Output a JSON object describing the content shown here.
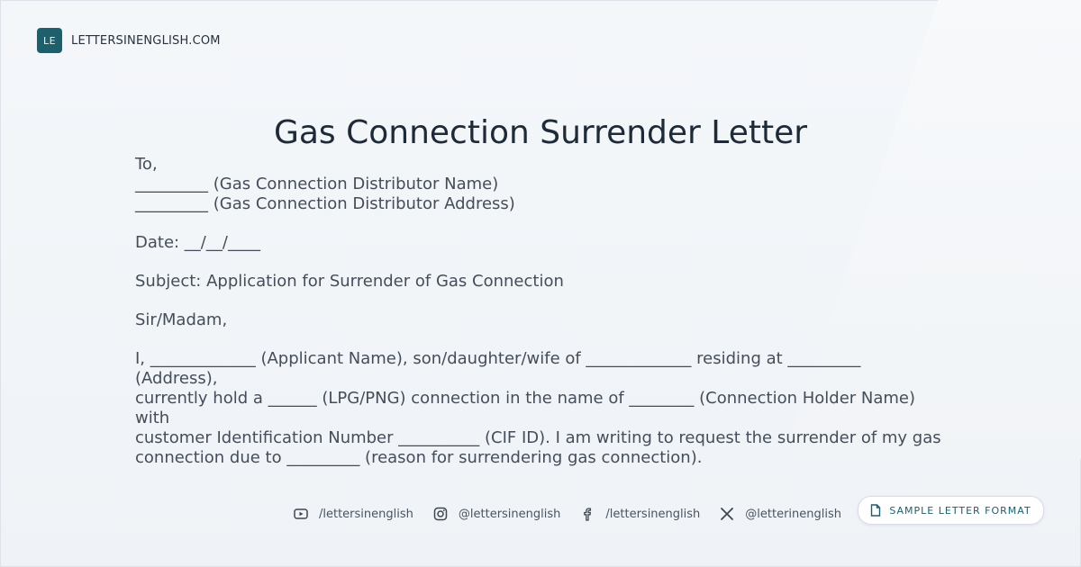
{
  "brand": {
    "logo": "LE",
    "name": "LETTERSINENGLISH.COM"
  },
  "title": "Gas Connection Surrender Letter",
  "letter": {
    "to": "To,",
    "addr1": "_________ (Gas Connection Distributor Name)",
    "addr2": "_________ (Gas Connection Distributor Address)",
    "date": "Date: __/__/____",
    "subject": "Subject: Application for Surrender of Gas Connection",
    "salutation": "Sir/Madam,",
    "body1": "I, _____________ (Applicant Name), son/daughter/wife of _____________ residing at _________ (Address),",
    "body2": "currently hold a ______ (LPG/PNG) connection in the name of ________ (Connection Holder Name) with",
    "body3": "customer Identification Number __________ (CIF ID). I am writing to request the surrender of my gas",
    "body4": "connection due to _________ (reason for surrendering gas connection)."
  },
  "socials": [
    {
      "icon": "youtube-icon",
      "label": "/lettersinenglish"
    },
    {
      "icon": "instagram-icon",
      "label": "@lettersinenglish"
    },
    {
      "icon": "facebook-icon",
      "label": "/lettersinenglish"
    },
    {
      "icon": "x-icon",
      "label": "@letterinenglish"
    }
  ],
  "badge": {
    "icon": "document-icon",
    "label": "SAMPLE LETTER FORMAT"
  },
  "colors": {
    "brand": "#1f5f6b",
    "title": "#1f2a38",
    "text": "#444d59"
  }
}
